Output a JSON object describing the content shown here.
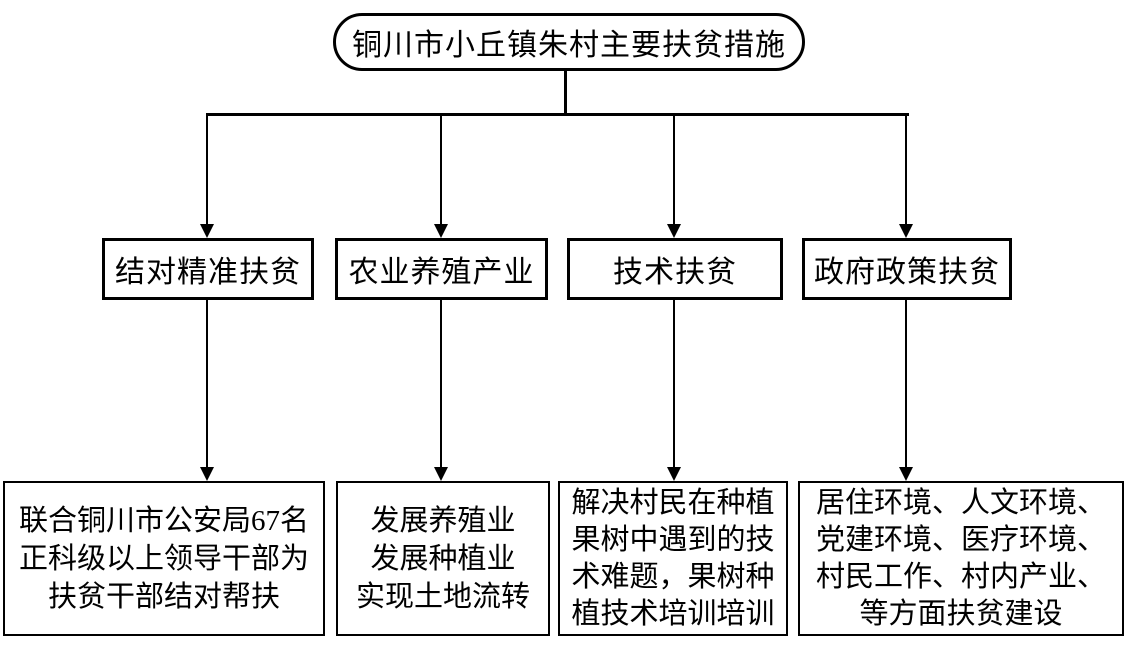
{
  "diagram": {
    "type": "flowchart",
    "root": {
      "label": "铜川市小丘镇朱村主要扶贫措施"
    },
    "branches": [
      {
        "label": "结对精准扶贫",
        "detail": "联合铜川市公安局67名\n正科级以上领导干部为\n扶贫干部结对帮扶"
      },
      {
        "label": "农业养殖产业",
        "detail": "发展养殖业\n发展种植业\n实现土地流转"
      },
      {
        "label": "技术扶贫",
        "detail": "解决村民在种植\n果树中遇到的技\n术难题，果树种\n植技术培训培训"
      },
      {
        "label": "政府政策扶贫",
        "detail": "居住环境、人文环境、\n党建环境、医疗环境、\n村民工作、村内产业、\n等方面扶贫建设"
      }
    ],
    "colors": {
      "line": "#000000",
      "text": "#000000",
      "background": "#ffffff"
    }
  }
}
